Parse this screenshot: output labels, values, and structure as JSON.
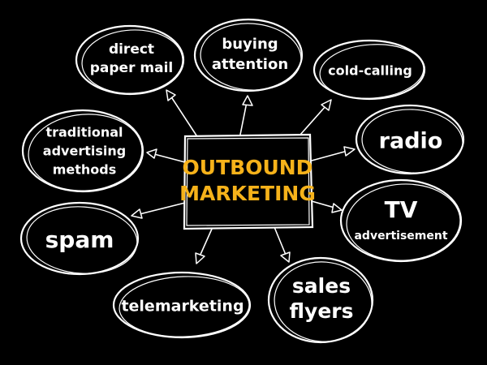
{
  "center": {
    "lines": [
      "OUTBOUND",
      "MARKETING"
    ]
  },
  "nodes": [
    {
      "id": "direct-paper-mail",
      "lines": [
        "direct",
        "paper mail"
      ]
    },
    {
      "id": "buying-attention",
      "lines": [
        "buying",
        "attention"
      ]
    },
    {
      "id": "cold-calling",
      "lines": [
        "cold-calling"
      ]
    },
    {
      "id": "radio",
      "lines": [
        "radio"
      ]
    },
    {
      "id": "tv-advertisement",
      "lines": [
        "TV",
        "advertisement"
      ]
    },
    {
      "id": "sales-flyers",
      "lines": [
        "sales",
        "flyers"
      ]
    },
    {
      "id": "telemarketing",
      "lines": [
        "telemarketing"
      ]
    },
    {
      "id": "spam",
      "lines": [
        "spam"
      ]
    },
    {
      "id": "traditional-advertising-methods",
      "lines": [
        "traditional",
        "advertising",
        "methods"
      ]
    }
  ],
  "colors": {
    "background": "#000000",
    "stroke": "#ffffff",
    "center_text": "#f6b21a",
    "node_text": "#ffffff"
  }
}
